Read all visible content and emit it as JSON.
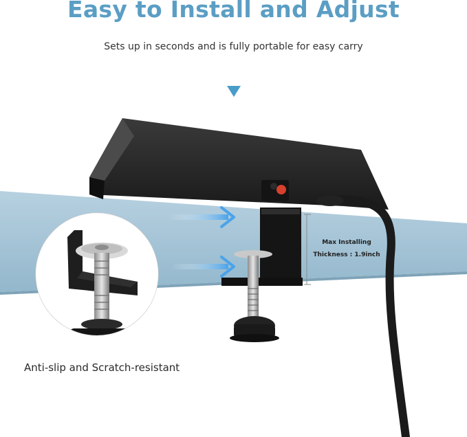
{
  "header": {
    "title": "Easy to Install and Adjust",
    "subtitle": "Sets up in seconds and is fully portable for easy carry"
  },
  "spec": {
    "line1": "Max Installing",
    "line2": "Thickness : 1.9inch"
  },
  "detail": {
    "caption": "Anti-slip and Scratch-resistant"
  },
  "colors": {
    "title": "#5b9ec4",
    "desk": "#a9c7d8",
    "arrow": "#5aa9e6",
    "product": "#1c1c1c",
    "button": "#d6402c"
  },
  "icons": [
    "down-triangle-icon",
    "right-arrow-icon",
    "right-arrow-icon"
  ]
}
